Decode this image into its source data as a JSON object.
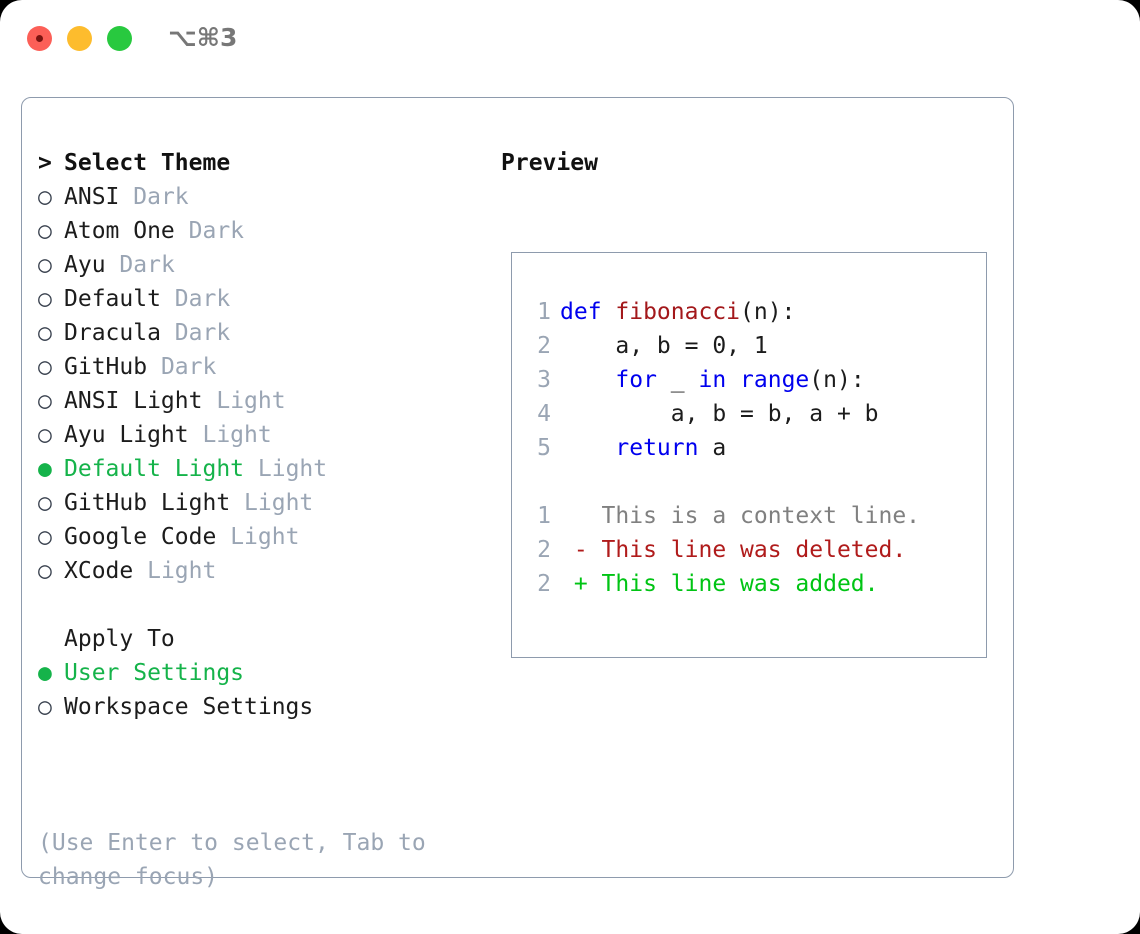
{
  "titlebar": {
    "shortcut": "⌥⌘3",
    "buttons": {
      "close": "close-button",
      "minimize": "minimize-button",
      "maximize": "maximize-button"
    }
  },
  "colors": {
    "accent_green": "#15b34a",
    "muted_gray": "#9aa5b4",
    "border": "#8e9bad",
    "keyword_blue": "#0000ee",
    "function_red": "#a3181b",
    "diff_add": "#00c414",
    "diff_del": "#b01b1b"
  },
  "theme_list": {
    "header_prefix": ">",
    "header": "Select Theme",
    "items": [
      {
        "bullet": "○",
        "name": "ANSI",
        "tag": "Dark",
        "selected": false
      },
      {
        "bullet": "○",
        "name": "Atom One",
        "tag": "Dark",
        "selected": false
      },
      {
        "bullet": "○",
        "name": "Ayu",
        "tag": "Dark",
        "selected": false
      },
      {
        "bullet": "○",
        "name": "Default",
        "tag": "Dark",
        "selected": false
      },
      {
        "bullet": "○",
        "name": "Dracula",
        "tag": "Dark",
        "selected": false
      },
      {
        "bullet": "○",
        "name": "GitHub",
        "tag": "Dark",
        "selected": false
      },
      {
        "bullet": "○",
        "name": "ANSI Light",
        "tag": "Light",
        "selected": false
      },
      {
        "bullet": "○",
        "name": "Ayu Light",
        "tag": "Light",
        "selected": false
      },
      {
        "bullet": "●",
        "name": "Default Light",
        "tag": "Light",
        "selected": true
      },
      {
        "bullet": "○",
        "name": "GitHub Light",
        "tag": "Light",
        "selected": false
      },
      {
        "bullet": "○",
        "name": "Google Code",
        "tag": "Light",
        "selected": false
      },
      {
        "bullet": "○",
        "name": "XCode",
        "tag": "Light",
        "selected": false
      }
    ]
  },
  "apply_to": {
    "header": "Apply To",
    "items": [
      {
        "bullet": "●",
        "name": "User Settings",
        "selected": true
      },
      {
        "bullet": "○",
        "name": "Workspace Settings",
        "selected": false
      }
    ]
  },
  "help_text": "(Use Enter to select, Tab to change focus)",
  "preview": {
    "title": "Preview",
    "code_lines": [
      {
        "num": "1",
        "tokens": [
          {
            "t": "def ",
            "c": "kw"
          },
          {
            "t": "fibonacci",
            "c": "fn"
          },
          {
            "t": "(n):",
            "c": "plain"
          }
        ]
      },
      {
        "num": "2",
        "tokens": [
          {
            "t": "    a, b = 0, 1",
            "c": "plain"
          }
        ]
      },
      {
        "num": "3",
        "tokens": [
          {
            "t": "    ",
            "c": "plain"
          },
          {
            "t": "for",
            "c": "kw"
          },
          {
            "t": " _ ",
            "c": "plain"
          },
          {
            "t": "in ",
            "c": "kw"
          },
          {
            "t": "range",
            "c": "kw"
          },
          {
            "t": "(n):",
            "c": "plain"
          }
        ]
      },
      {
        "num": "4",
        "tokens": [
          {
            "t": "        a, b = b, a + b",
            "c": "plain"
          }
        ]
      },
      {
        "num": "5",
        "tokens": [
          {
            "t": "    ",
            "c": "plain"
          },
          {
            "t": "return",
            "c": "kw"
          },
          {
            "t": " a",
            "c": "plain"
          }
        ]
      },
      {
        "num": "",
        "tokens": [
          {
            "t": "",
            "c": "plain"
          }
        ]
      },
      {
        "num": "1",
        "tokens": [
          {
            "t": "   This is a context line.",
            "c": "ctx"
          }
        ]
      },
      {
        "num": "2",
        "tokens": [
          {
            "t": " - This line was deleted.",
            "c": "del"
          }
        ]
      },
      {
        "num": "2",
        "tokens": [
          {
            "t": " + This line was added.",
            "c": "add"
          }
        ]
      }
    ]
  }
}
